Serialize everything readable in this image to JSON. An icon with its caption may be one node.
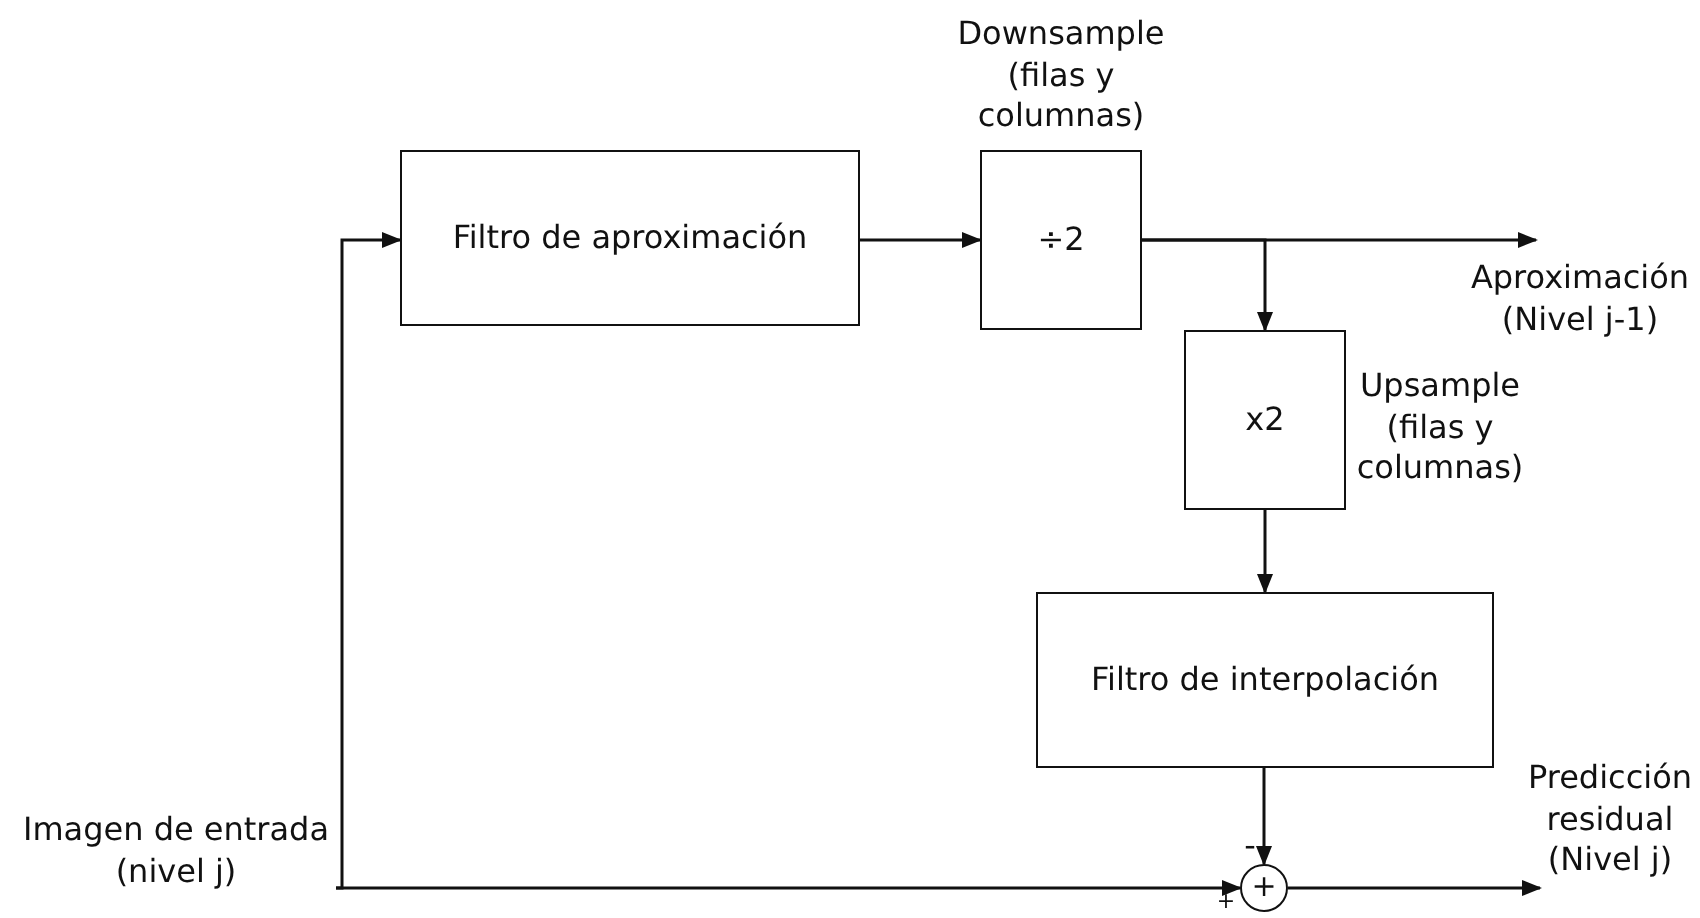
{
  "diagram": {
    "nodes": [
      {
        "text": [
          "Imagen de entrada (nivel j)"
        ]
      },
      {
        "text": [
          "Filtro de aproximación"
        ]
      },
      {
        "text": [
          "÷2"
        ],
        "beside": [
          "Downsample (filas y columnas)"
        ]
      },
      {
        "text": [
          "x2"
        ],
        "beside": [
          "Upsample (filas y columnas)"
        ]
      },
      {
        "text": [
          "Filtro de interpolación"
        ]
      },
      {
        "text": [
          "+"
        ]
      },
      {
        "text": [
          "Aproximación (Nivel j-1)"
        ]
      },
      {
        "text": [
          "Predicción residual (Nivel j)"
        ]
      }
    ],
    "edges": [
      {
        "from": 0,
        "to": 5,
        "arrow": "to"
      },
      {
        "from": 0,
        "to": 1,
        "arrow": "to"
      },
      {
        "from": 1,
        "to": 2,
        "arrow": "to"
      },
      {
        "from": 2,
        "to": 6,
        "arrow": "to"
      },
      {
        "from": 2,
        "to": 3,
        "arrow": "to"
      },
      {
        "from": 3,
        "to": 4,
        "arrow": "to"
      },
      {
        "from": 4,
        "to": 5,
        "arrow": "to"
      },
      {
        "from": 5,
        "to": 7,
        "arrow": "to"
      }
    ],
    "labels": [
      "-",
      "+"
    ]
  }
}
